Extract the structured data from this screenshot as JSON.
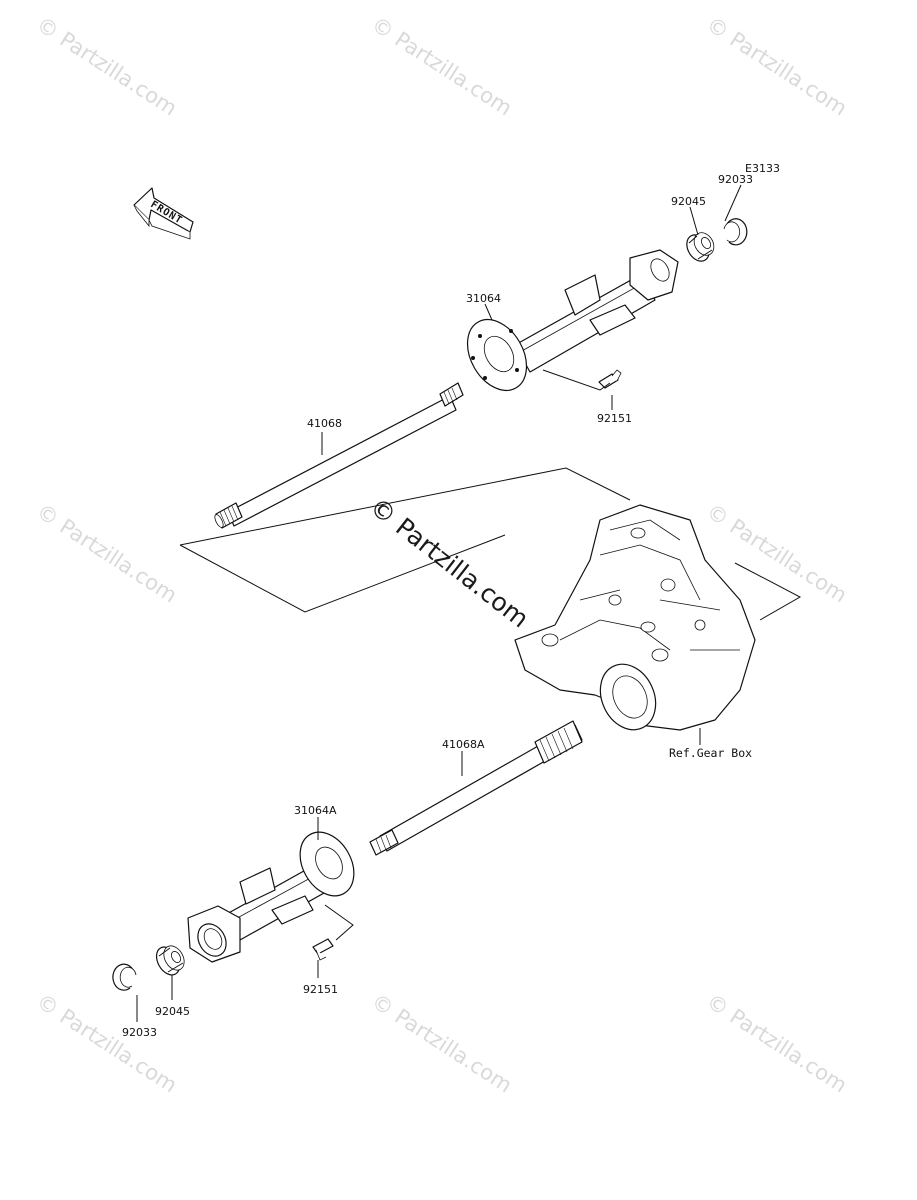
{
  "diagram_code": "E3133",
  "front_label": "FRONT",
  "watermarks": [
    "© Partzilla.com",
    "© Partzilla.com",
    "© Partzilla.com",
    "© Partzilla.com",
    "© Partzilla.com",
    "© Partzilla.com",
    "© Partzilla.com",
    "© Partzilla.com"
  ],
  "center_watermark": "© Partzilla.com",
  "callouts": {
    "p92033_top": "92033",
    "p92045_top": "92045",
    "p31064": "31064",
    "p92151_top": "92151",
    "p41068": "41068",
    "ref_gear_box": "Ref.Gear Box",
    "p41068a": "41068A",
    "p31064a": "31064A",
    "p92151_bottom": "92151",
    "p92045_bottom": "92045",
    "p92033_bottom": "92033"
  }
}
